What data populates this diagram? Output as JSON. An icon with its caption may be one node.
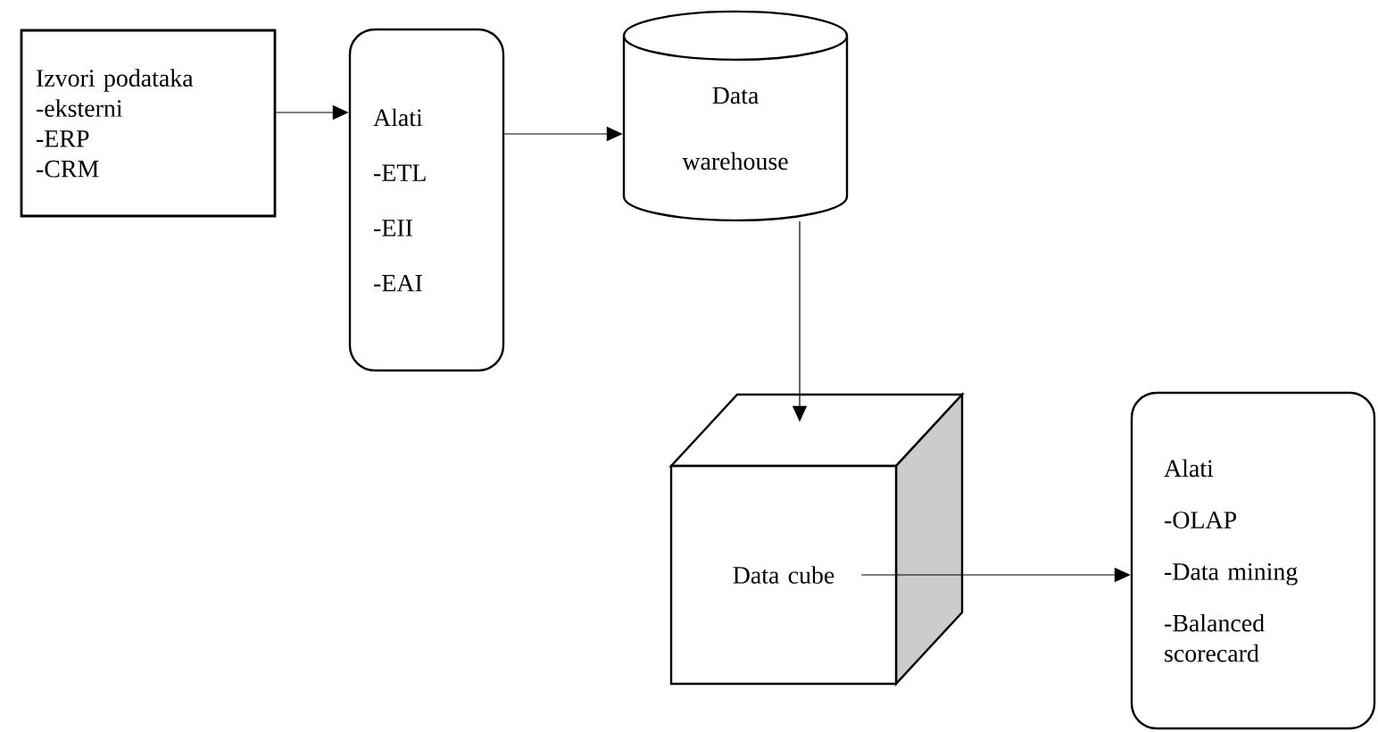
{
  "diagram": {
    "nodes": [
      {
        "text": [
          "Izvori podataka",
          "-eksterni",
          "-ERP",
          "-CRM"
        ]
      },
      {
        "text": [
          "Alati",
          "-ETL",
          "-EII",
          "-EAI"
        ]
      },
      {
        "text": [
          "Data warehouse"
        ]
      },
      {
        "text": [
          "Data cube"
        ]
      },
      {
        "text": [
          "Alati",
          "-OLAP",
          "-Data mining",
          "-Balanced scorecard"
        ]
      }
    ],
    "edges": [
      {
        "from": 0,
        "to": 1,
        "arrow": "to"
      },
      {
        "from": 1,
        "to": 2,
        "arrow": "to"
      },
      {
        "from": 2,
        "to": 3,
        "arrow": "to"
      },
      {
        "from": 3,
        "to": 4,
        "arrow": "to"
      }
    ]
  }
}
